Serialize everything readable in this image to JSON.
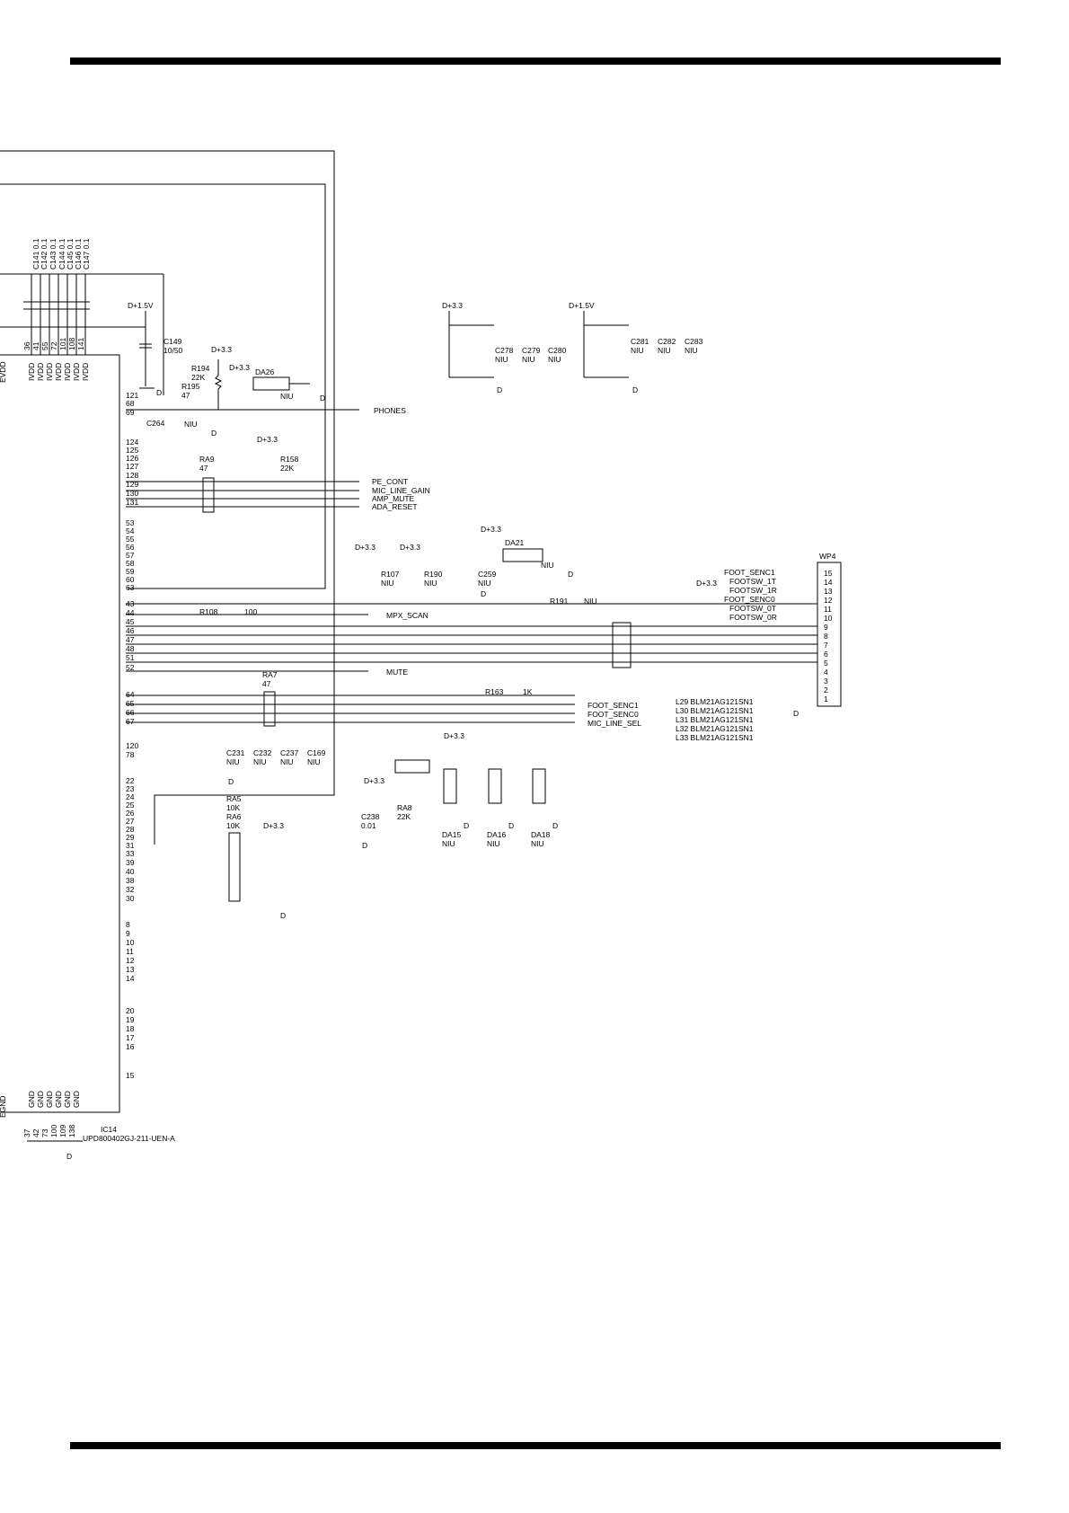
{
  "ic": {
    "ref": "IC14",
    "part": "UPD800402GJ-211-UEN-A",
    "ivdd_pins": [
      "36",
      "41",
      "55",
      "72",
      "101",
      "108",
      "141"
    ],
    "gnd_pins": [
      "37",
      "42",
      "73",
      "100",
      "109",
      "138"
    ],
    "ivdd_label": "IVDD",
    "gnd_label": "GND",
    "evdd_label": "EVDD",
    "egnd_label": "EGND"
  },
  "caps_top": [
    "C141 0.1",
    "C142 0.1",
    "C143 0.1",
    "C144 0.1",
    "C145 0.1",
    "C146 0.1",
    "C147 0.1"
  ],
  "labels": {
    "d15v": "D+1.5V",
    "d33": "D+3.3",
    "gnd_d": "D",
    "niu": "NIU",
    "c149": "C149",
    "c149v": "10/50",
    "r194": "R194",
    "r194v": "22K",
    "r195": "R195",
    "r195v": "47",
    "da26": "DA26",
    "c264": "C264",
    "phones": "PHONES",
    "ra9": "RA9",
    "ra9v": "47",
    "r158": "R158",
    "r158v": "22K",
    "pe_cont": "PE_CONT",
    "mic_line_gain": "MIC_LINE_GAIN",
    "amp_mute": "AMP_MUTE",
    "ada_reset": "ADA_RESET",
    "c278": "C278",
    "c279": "C279",
    "c280": "C280",
    "c281": "C281",
    "c282": "C282",
    "c283": "C283",
    "r107": "R107",
    "r190": "R190",
    "c259": "C259",
    "da21": "DA21",
    "r191": "R191",
    "r108": "R108",
    "r108v": "100",
    "mpx_scan": "MPX_SCAN",
    "mute": "MUTE",
    "ra7": "RA7",
    "ra7v": "47",
    "r163": "R163",
    "r163v": "1K",
    "foot_senc1": "FOOT_SENC1",
    "foot_senc0": "FOOT_SENC0",
    "mic_line_sel": "MIC_LINE_SEL",
    "c231": "C231",
    "c232": "C232",
    "c237": "C237",
    "c169": "C169",
    "c238": "C238",
    "c238v": "0.01",
    "ra8": "RA8",
    "ra8v": "22K",
    "da15": "DA15",
    "da16": "DA16",
    "da18": "DA18",
    "ra5": "RA5",
    "ra5v": "10K",
    "ra6": "RA6",
    "ra6v": "10K",
    "wp4": "WP4"
  },
  "left_pins_a": [
    "121",
    "68",
    "69"
  ],
  "left_pins_b": [
    "124",
    "125",
    "126",
    "127",
    "128",
    "129",
    "130",
    "131"
  ],
  "left_pins_c": [
    "53",
    "54",
    "55",
    "56",
    "57",
    "58",
    "59",
    "60",
    "63"
  ],
  "left_pins_d": [
    "43",
    "44",
    "45",
    "46",
    "47",
    "48",
    "51",
    "52"
  ],
  "left_pins_e": [
    "64",
    "65",
    "66",
    "67"
  ],
  "left_pins_f": [
    "120",
    "78"
  ],
  "left_pins_g": [
    "22",
    "23",
    "24",
    "25",
    "26",
    "27",
    "28",
    "29",
    "31",
    "33",
    "39",
    "40",
    "38",
    "32",
    "30"
  ],
  "left_pins_h": [
    "8",
    "9",
    "10",
    "11",
    "12",
    "13",
    "14"
  ],
  "left_pins_i": [
    "20",
    "19",
    "18",
    "17",
    "16",
    "15"
  ],
  "connector_signals": [
    "FOOT_SENC1",
    "FOOTSW_1T",
    "FOOTSW_1R",
    "FOOT_SENC0",
    "FOOTSW_0T",
    "FOOTSW_0R"
  ],
  "connector_pins": [
    "15",
    "14",
    "13",
    "12",
    "11",
    "10",
    "9",
    "8",
    "7",
    "6",
    "5",
    "4",
    "3",
    "2",
    "1"
  ],
  "ferrites": [
    "L29  BLM21AG121SN1",
    "L30  BLM21AG121SN1",
    "L31  BLM21AG121SN1",
    "L32  BLM21AG121SN1",
    "L33  BLM21AG121SN1"
  ]
}
